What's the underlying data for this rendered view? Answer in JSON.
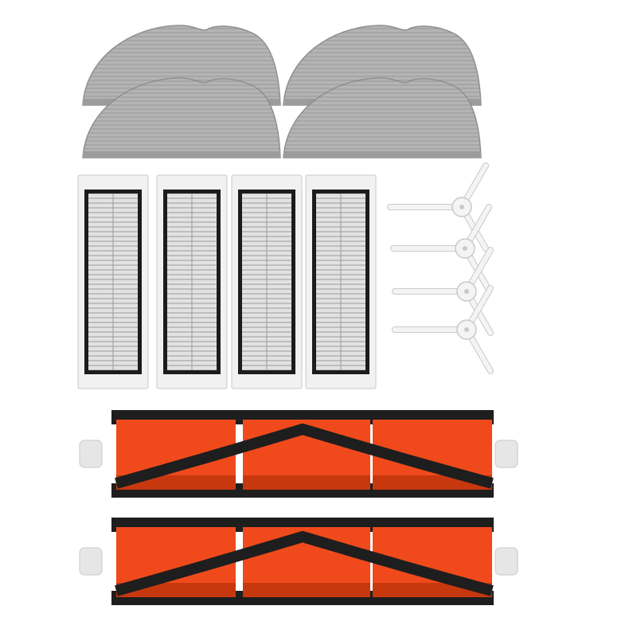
{
  "scene": {
    "description_items": [
      "mop-pad",
      "hepa-filter",
      "side-brush",
      "main-roller-brush"
    ],
    "counts": {
      "mop_pads": 4,
      "filters": 4,
      "side_brushes": 4,
      "main_brushes": 2
    }
  },
  "colors": {
    "background": "#ffffff",
    "mop_pad": "#b4b4b4",
    "mop_pad_dark": "#9c9c9c",
    "mop_pad_edge": "#8f8f8f",
    "filter_frame": "#f1f1f1",
    "filter_gasket": "#1c1c1c",
    "filter_pleat": "#e2e2e2",
    "filter_pleat_line": "#9a9a9a",
    "side_brush": "#f4f4f4",
    "side_brush_edge": "#c9c9c9",
    "roller_core": "#f04a1c",
    "roller_core_dark": "#c8380f",
    "bristles": "#1e1e1e",
    "end_cap": "#e6e6e6"
  }
}
